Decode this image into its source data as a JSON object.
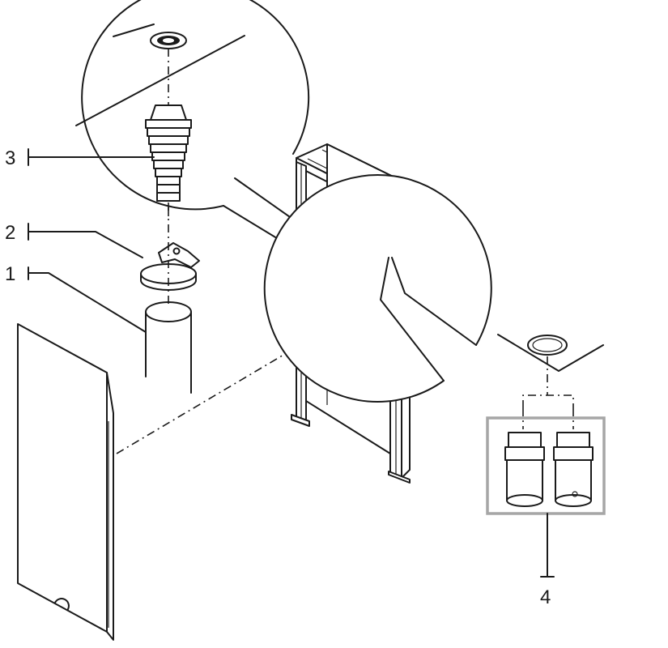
{
  "callouts": {
    "c1": "1",
    "c2": "2",
    "c3": "3",
    "c4": "4"
  },
  "colors": {
    "line": "#1a1a1a",
    "highlight_box": "#a6a6a6",
    "background": "#ffffff"
  }
}
